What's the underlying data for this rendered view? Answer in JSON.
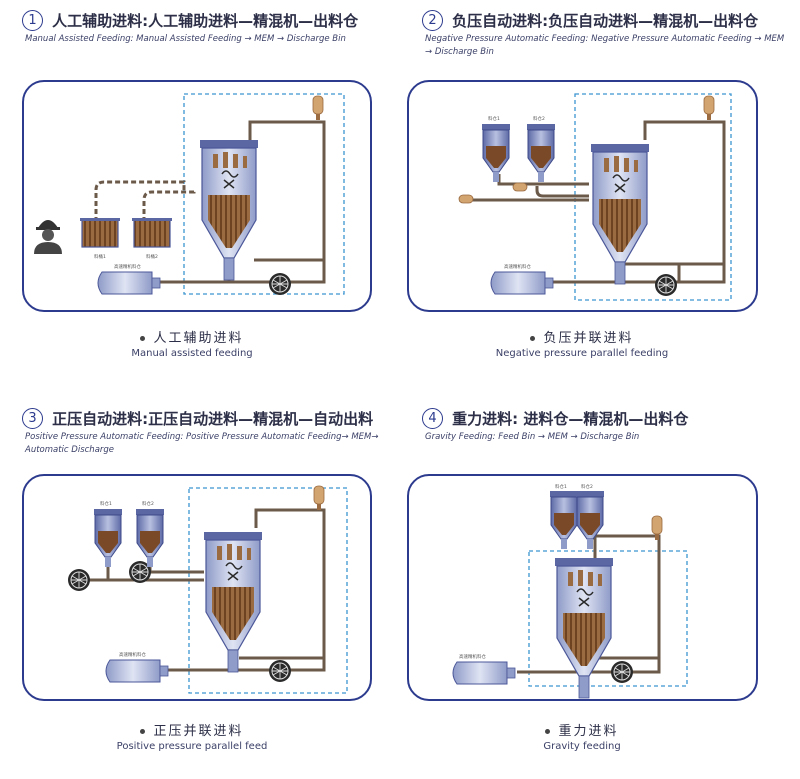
{
  "sections": [
    {
      "num": "1",
      "title_zh": "人工辅助进料:人工辅助进料—精混机—出料仓",
      "title_en": "Manual Assisted Feeding: Manual Assisted Feeding → MEM → Discharge Bin",
      "caption_zh": "人工辅助进料",
      "caption_en": "Manual assisted feeding",
      "labels": [
        "料桶1",
        "料桶2",
        "高速精机料仓"
      ]
    },
    {
      "num": "2",
      "title_zh": "负压自动进料:负压自动进料—精混机—出料仓",
      "title_en": "Negative Pressure Automatic Feeding: Negative Pressure Automatic Feeding → MEM → Discharge Bin",
      "caption_zh": "负压并联进料",
      "caption_en": "Negative pressure parallel feeding",
      "labels": [
        "料仓1",
        "料仓2",
        "高速精机料仓"
      ]
    },
    {
      "num": "3",
      "title_zh": "正压自动进料:正压自动进料—精混机—自动出料",
      "title_en": "Positive Pressure Automatic Feeding: Positive Pressure Automatic Feeding→ MEM→ Automatic Discharge",
      "caption_zh": "正压并联进料",
      "caption_en": "Positive pressure parallel feed",
      "labels": [
        "料仓1",
        "料仓2",
        "高速精机料仓"
      ]
    },
    {
      "num": "4",
      "title_zh": "重力进料: 进料仓—精混机—出料仓",
      "title_en": "Gravity Feeding: Feed Bin → MEM → Discharge Bin",
      "caption_zh": "重力进料",
      "caption_en": "Gravity feeding",
      "labels": [
        "料仓1",
        "料仓2",
        "高速精机料仓"
      ]
    }
  ],
  "colors": {
    "frame": "#2d3b8e",
    "pipe": "#6b5a4a",
    "dashed": "#3b95d1",
    "vessel": "#bfc7e2",
    "material": "#8a5a34"
  }
}
